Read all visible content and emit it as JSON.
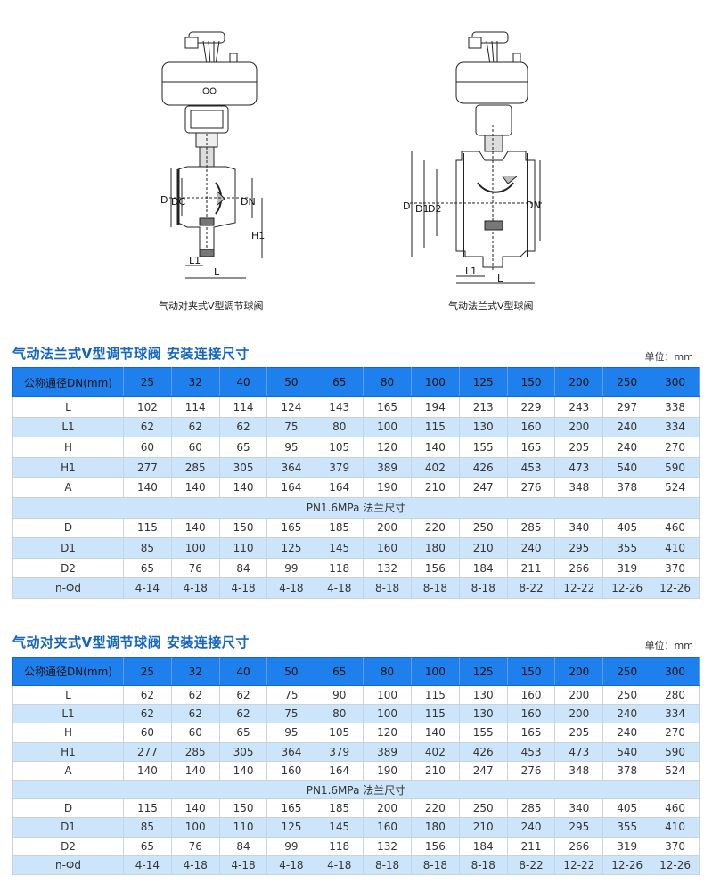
{
  "drawings": [
    {
      "caption": "气动对夹式V型调节球阀",
      "dim_labels": {
        "d": "D",
        "dc": "DC",
        "dn": "DN",
        "h1": "H1",
        "l1": "L1",
        "l": "L"
      }
    },
    {
      "caption": "气动法兰式V型球阀",
      "dim_labels": {
        "d": "D",
        "d1": "D1",
        "d2": "D2",
        "dn": "DN",
        "l1": "L1",
        "l": "L"
      }
    }
  ],
  "tables": [
    {
      "title": "气动法兰式V型调节球阀  安装连接尺寸",
      "unit": "单位：mm",
      "header": [
        "公称通径DN(mm)",
        "25",
        "32",
        "40",
        "50",
        "65",
        "80",
        "100",
        "125",
        "150",
        "200",
        "250",
        "300"
      ],
      "rows": [
        [
          "L",
          "102",
          "114",
          "114",
          "124",
          "143",
          "165",
          "194",
          "213",
          "229",
          "243",
          "297",
          "338"
        ],
        [
          "L1",
          "62",
          "62",
          "62",
          "75",
          "80",
          "100",
          "115",
          "130",
          "160",
          "200",
          "240",
          "334"
        ],
        [
          "H",
          "60",
          "60",
          "65",
          "95",
          "105",
          "120",
          "140",
          "155",
          "165",
          "205",
          "240",
          "270"
        ],
        [
          "H1",
          "277",
          "285",
          "305",
          "364",
          "379",
          "389",
          "402",
          "426",
          "453",
          "473",
          "540",
          "590"
        ],
        [
          "A",
          "140",
          "140",
          "140",
          "164",
          "164",
          "190",
          "210",
          "247",
          "276",
          "348",
          "378",
          "524"
        ],
        [
          "PN1.6MPa 法兰尺寸"
        ],
        [
          "D",
          "115",
          "140",
          "150",
          "165",
          "185",
          "200",
          "220",
          "250",
          "285",
          "340",
          "405",
          "460"
        ],
        [
          "D1",
          "85",
          "100",
          "110",
          "125",
          "145",
          "160",
          "180",
          "210",
          "240",
          "295",
          "355",
          "410"
        ],
        [
          "D2",
          "65",
          "76",
          "84",
          "99",
          "118",
          "132",
          "156",
          "184",
          "211",
          "266",
          "319",
          "370"
        ],
        [
          "n-Φd",
          "4-14",
          "4-18",
          "4-18",
          "4-18",
          "4-18",
          "8-18",
          "8-18",
          "8-18",
          "8-22",
          "12-22",
          "12-26",
          "12-26"
        ]
      ]
    },
    {
      "title": "气动对夹式V型调节球阀  安装连接尺寸",
      "unit": "单位：mm",
      "header": [
        "公称通径DN(mm)",
        "25",
        "32",
        "40",
        "50",
        "65",
        "80",
        "100",
        "125",
        "150",
        "200",
        "250",
        "300"
      ],
      "rows": [
        [
          "L",
          "62",
          "62",
          "62",
          "75",
          "90",
          "100",
          "115",
          "130",
          "160",
          "200",
          "250",
          "280"
        ],
        [
          "L1",
          "62",
          "62",
          "62",
          "75",
          "80",
          "100",
          "115",
          "130",
          "160",
          "200",
          "240",
          "334"
        ],
        [
          "H",
          "60",
          "60",
          "65",
          "95",
          "105",
          "120",
          "140",
          "155",
          "165",
          "205",
          "240",
          "270"
        ],
        [
          "H1",
          "277",
          "285",
          "305",
          "364",
          "379",
          "389",
          "402",
          "426",
          "453",
          "473",
          "540",
          "590"
        ],
        [
          "A",
          "140",
          "140",
          "140",
          "160",
          "164",
          "190",
          "210",
          "247",
          "276",
          "348",
          "378",
          "524"
        ],
        [
          "PN1.6MPa 法兰尺寸"
        ],
        [
          "D",
          "115",
          "140",
          "150",
          "165",
          "185",
          "200",
          "220",
          "250",
          "285",
          "340",
          "405",
          "460"
        ],
        [
          "D1",
          "85",
          "100",
          "110",
          "125",
          "145",
          "160",
          "180",
          "210",
          "240",
          "295",
          "355",
          "410"
        ],
        [
          "D2",
          "65",
          "76",
          "84",
          "99",
          "118",
          "132",
          "156",
          "184",
          "211",
          "266",
          "319",
          "370"
        ],
        [
          "n-Φd",
          "4-14",
          "4-18",
          "4-18",
          "4-18",
          "4-18",
          "8-18",
          "8-18",
          "8-18",
          "8-22",
          "12-22",
          "12-26",
          "12-26"
        ]
      ]
    }
  ]
}
